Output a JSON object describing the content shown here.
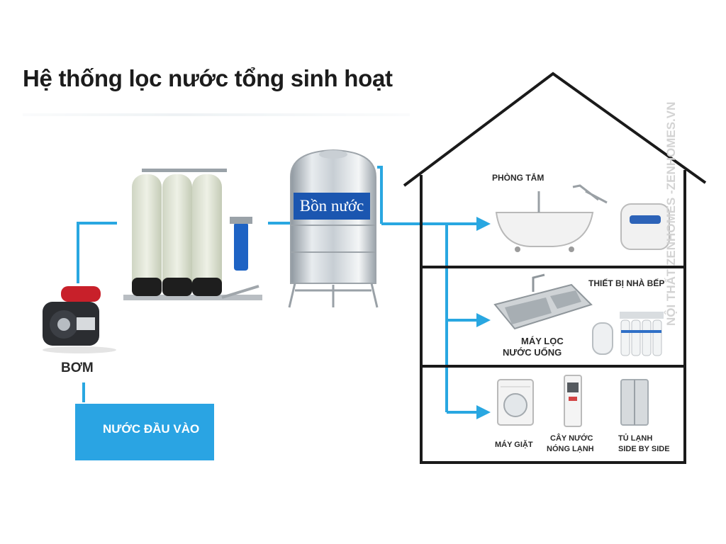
{
  "title": "Hệ thống lọc nước tổng sinh hoạt",
  "watermark": "NỘI THẤT ZENHOMES -ZENHOMES.VN",
  "colors": {
    "pipe": "#29a7e1",
    "tank_label_bg": "#1b56b0",
    "inlet_box": "#2aa4e3",
    "house_outline": "#1a1a1a"
  },
  "pump": {
    "label": "BƠM",
    "icon": "water-pump-icon"
  },
  "inlet": {
    "label": "NƯỚC ĐẦU VÀO"
  },
  "filters": {
    "icon": "filter-columns-icon"
  },
  "tank": {
    "label": "Bồn nước",
    "icon": "water-tank-icon"
  },
  "house": {
    "bathroom": {
      "label": "PHÒNG TẮM",
      "icons": [
        "bathtub-icon",
        "water-heater-icon"
      ]
    },
    "kitchen": {
      "label": "THIẾT BỊ NHÀ BẾP",
      "ro_label_line1": "MÁY LỌC",
      "ro_label_line2": "NƯỚC UỐNG",
      "icons": [
        "sink-icon",
        "ro-purifier-icon"
      ]
    },
    "appliances": {
      "washer": {
        "label": "MÁY GIẶT"
      },
      "cooler": {
        "line1": "CÂY NƯỚC",
        "line2": "NÓNG LẠNH"
      },
      "fridge": {
        "line1": "TỦ LẠNH",
        "line2": "SIDE BY SIDE"
      },
      "icons": [
        "washing-machine-icon",
        "water-cooler-icon",
        "fridge-icon"
      ]
    }
  }
}
